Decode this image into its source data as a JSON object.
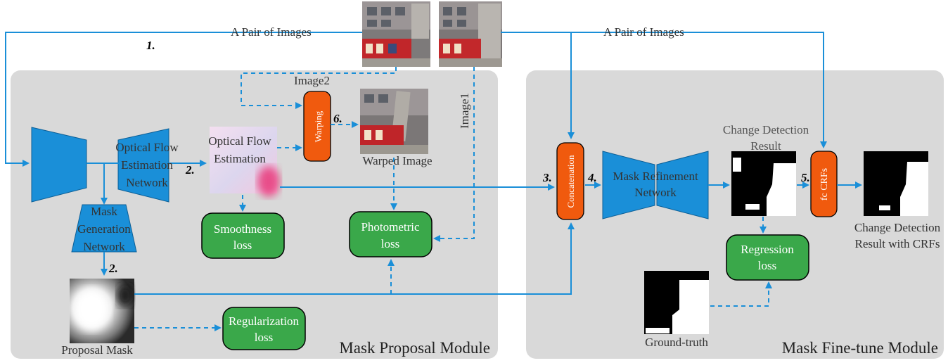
{
  "modules": {
    "proposal_title": "Mask Proposal Module",
    "finetune_title": "Mask Fine-tune Module"
  },
  "labels": {
    "pair_left": "A Pair of  Images",
    "pair_right": "A Pair of  Images",
    "image1": "Image1",
    "image2": "Image2",
    "flow_net_1": "Optical Flow",
    "flow_net_2": "Estimation",
    "flow_net_3": "Network",
    "flow_est_1": "Optical Flow",
    "flow_est_2": "Estimation",
    "mask_gen_1": "Mask",
    "mask_gen_2": "Generation",
    "mask_gen_3": "Network",
    "warped_image": "Warped Image",
    "proposal_mask": "Proposal Mask",
    "refine_1": "Mask Refinement",
    "refine_2": "Network",
    "cd_result_1": "Change Detection",
    "cd_result_2": "Result",
    "cd_crf_1": "Change Detection",
    "cd_crf_2": "Result with CRFs",
    "ground_truth": "Ground-truth"
  },
  "boxes": {
    "smoothness_1": "Smoothness",
    "smoothness_2": "loss",
    "photometric_1": "Photometric",
    "photometric_2": "loss",
    "regularization_1": "Regularization",
    "regularization_2": "loss",
    "regression_1": "Regression",
    "regression_2": "loss",
    "warping": "Warping",
    "concatenation": "Concatenation",
    "fc_crfs": "fc CRFs"
  },
  "steps": {
    "s1": "1.",
    "s2a": "2.",
    "s2b": "2.",
    "s3": "3.",
    "s4": "4.",
    "s5": "5.",
    "s6": "6."
  },
  "colors": {
    "arrow": "#1a8fd8",
    "network": "#1a8fd8",
    "loss_box": "#3aa84a",
    "op_box": "#f05a0e",
    "panel": "#d9d9d9"
  }
}
